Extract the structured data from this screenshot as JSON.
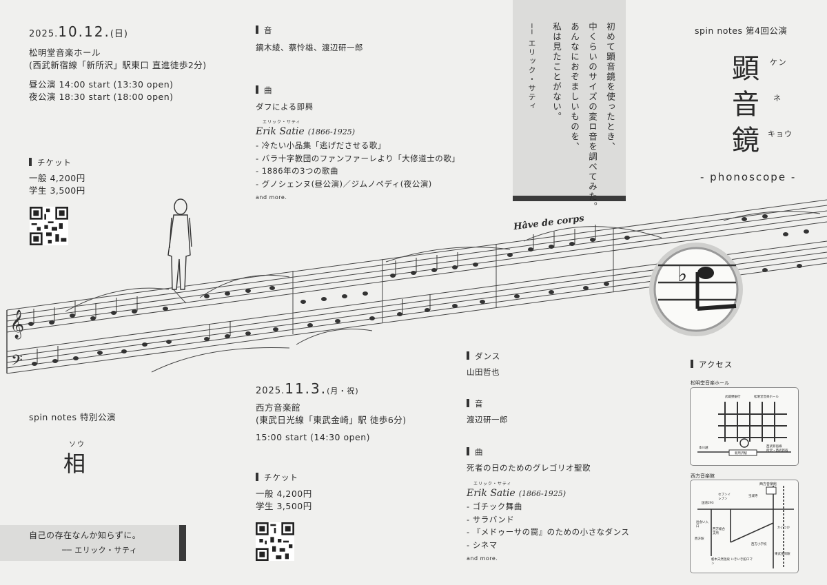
{
  "performance1": {
    "date_prefix": "2025.",
    "date_big": "10.12.",
    "date_suffix": "(日)",
    "venue": "松明堂音楽ホール",
    "venue_access": "(西武新宿線「新所沢」駅東口 直進徒歩2分)",
    "shows": [
      "昼公演 14:00 start (13:30 open)",
      "夜公演 18:30 start (18:00 open)"
    ],
    "ticket_heading": "チケット",
    "tickets": [
      "一般 4,200円",
      "学生 3,500円"
    ]
  },
  "program1": {
    "sound_heading": "音",
    "performers": "鏑木綾、蔡怜雄、渡辺研一郎",
    "music_heading": "曲",
    "improv": "ダフによる即興",
    "composer_ruby": "エリック・サティ",
    "composer": "Erik Satie",
    "composer_years": "(1866-1925)",
    "pieces": [
      "- 冷たい小品集「逃げださせる歌」",
      "- バラ十字教団のファンファーレより「大修道士の歌」",
      "- 1886年の3つの歌曲",
      "- グノシェンヌ(昼公演)／ジムノペディ(夜公演)"
    ],
    "more": "and more."
  },
  "quote_box": {
    "lines": [
      "初めて顕音鏡を使ったとき、",
      "中くらいのサイズの変ロ音を調べてみた。",
      "あんなにおぞましいものを、",
      "私は見たことがない。"
    ],
    "attribution": "── エリック・サティ"
  },
  "title_panel": {
    "series": "spin notes 第4回公演",
    "title_chars": [
      "顕",
      "音",
      "鏡"
    ],
    "title_ruby": [
      "ケン",
      "ネ",
      "キョウ"
    ],
    "subtitle": "- phonoscope -"
  },
  "score": {
    "annotation": "Hâve de corps"
  },
  "special": {
    "series": "spin notes 特別公演",
    "title_ruby": "ソウ",
    "title": "相",
    "quote": "自己の存在なんか知らずに。",
    "attribution": "── エリック・サティ"
  },
  "performance2": {
    "date_prefix": "2025.",
    "date_big": "11.3.",
    "date_suffix": "(月・祝)",
    "venue": "西方音楽館",
    "venue_access": "(東武日光線「東武金崎」駅 徒歩6分)",
    "show": "15:00 start (14:30 open)",
    "ticket_heading": "チケット",
    "tickets": [
      "一般 4,200円",
      "学生 3,500円"
    ]
  },
  "program2": {
    "dance_heading": "ダンス",
    "dancer": "山田哲也",
    "sound_heading": "音",
    "performer": "渡辺研一郎",
    "music_heading": "曲",
    "piece_title": "死者の日のためのグレゴリオ聖歌",
    "composer_ruby": "エリック・サティ",
    "composer": "Erik Satie",
    "composer_years": "(1866-1925)",
    "pieces": [
      "- ゴチック舞曲",
      "- サラバンド",
      "- 『メドゥーサの罠』のための小さなダンス",
      "- シネマ"
    ],
    "more": "and more."
  },
  "access": {
    "heading": "アクセス",
    "map1_title": "松明堂音楽ホール",
    "map1_labels": [
      "武蔵野銀行",
      "松明堂音楽ホール",
      "本川越",
      "西武新宿線",
      "所沢・西武新宿",
      "新所沢駅"
    ],
    "map2_title": "西方音楽館",
    "map2_labels": [
      "西方音楽館",
      "セブンイレブン",
      "国道293",
      "出会い入口",
      "宝城寺",
      "西方総合支所",
      "西方小学校",
      "西方駅",
      "東武金崎駅",
      "栃木天然温泉 いきいき館ロマン",
      "かいつか"
    ]
  },
  "colors": {
    "background": "#f0f0ee",
    "panel": "#dcdcda",
    "dark_bar": "#3a3a3a",
    "text": "#2a2a2a"
  }
}
